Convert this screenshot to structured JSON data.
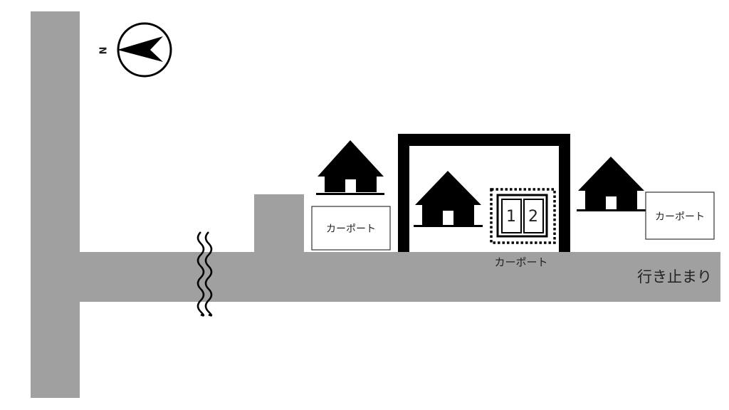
{
  "compass": {
    "north_label": "N"
  },
  "carport_left": {
    "label": "カーポート"
  },
  "carport_right": {
    "label": "カーポート"
  },
  "parking": {
    "label": "カーポート",
    "spaces": [
      "1",
      "2"
    ]
  },
  "road": {
    "dead_end_label": "行き止まり"
  },
  "colors": {
    "road": "#a0a0a0",
    "ink": "#000000",
    "background": "#ffffff"
  },
  "icons": [
    "north-arrow-icon",
    "house-icon",
    "road-break-icon"
  ]
}
